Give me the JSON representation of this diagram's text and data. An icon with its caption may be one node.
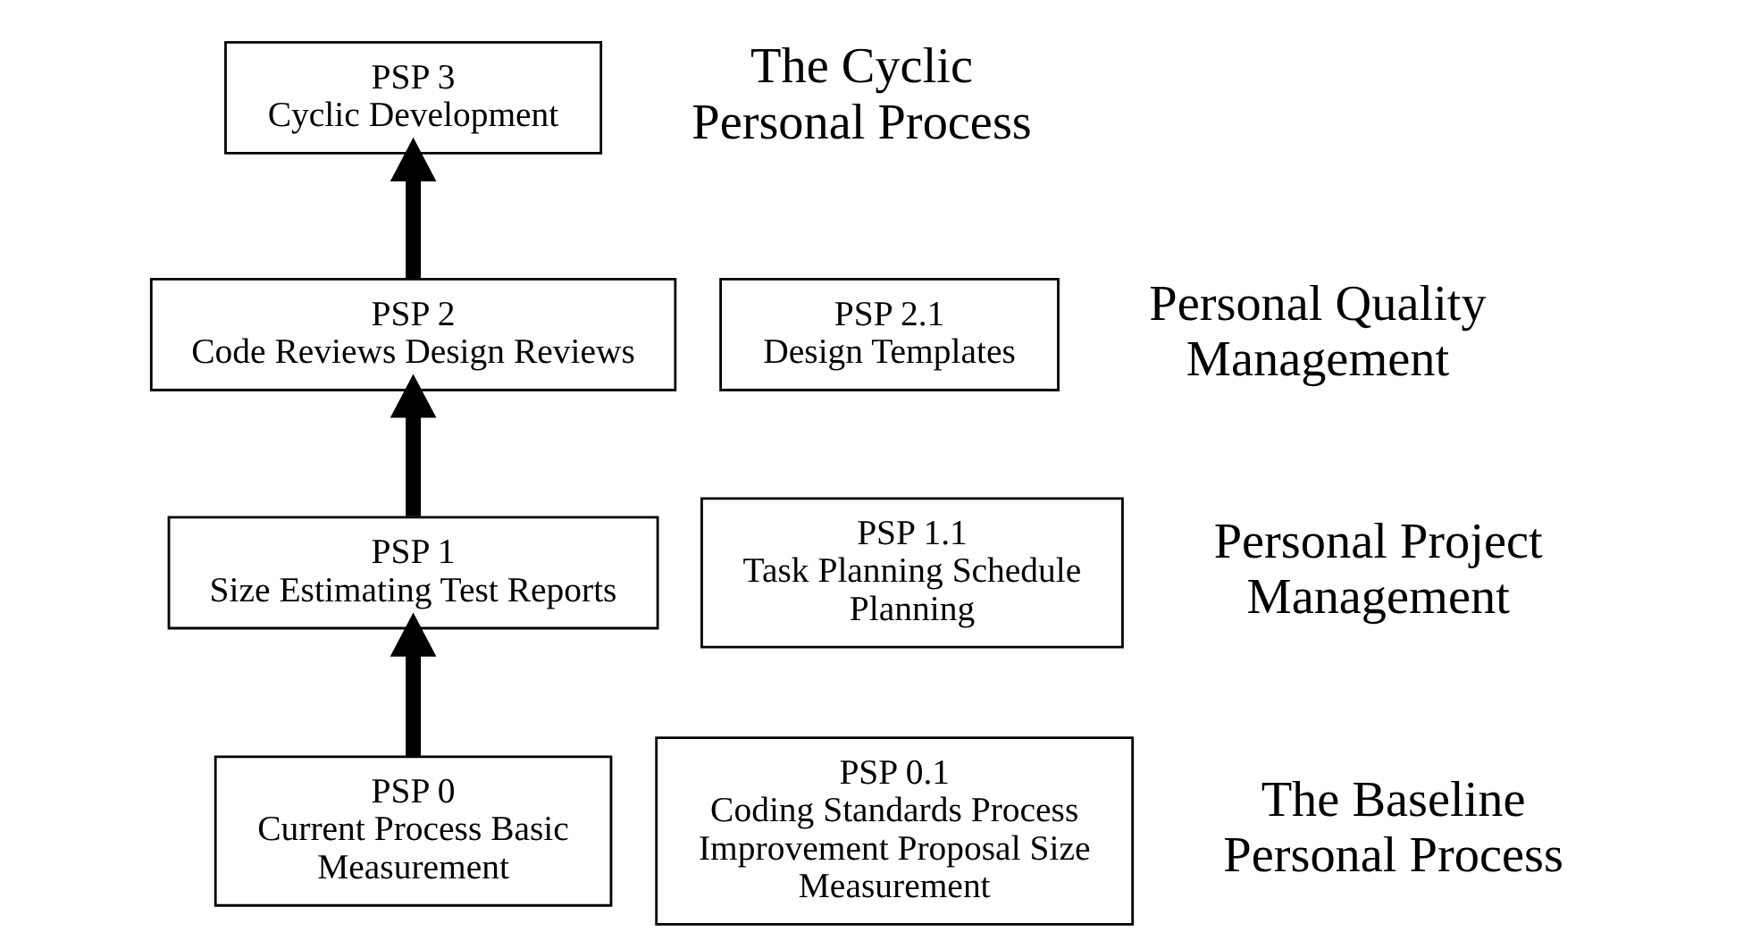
{
  "diagram": {
    "nodes": [
      {
        "text": [
          "PSP 3",
          "Cyclic Development"
        ]
      },
      {
        "text": [
          "PSP 2",
          "Code Reviews Design Reviews"
        ]
      },
      {
        "text": [
          "PSP 2.1",
          "Design Templates"
        ]
      },
      {
        "text": [
          "PSP 1",
          "Size Estimating Test Reports"
        ]
      },
      {
        "text": [
          "PSP 1.1",
          "Task Planning Schedule Planning"
        ]
      },
      {
        "text": [
          "PSP 0",
          "Current Process Basic Measurement"
        ]
      },
      {
        "text": [
          "PSP 0.1",
          "Coding Standards Process Improvement Proposal Size Measurement"
        ]
      }
    ],
    "edges": [
      {
        "from": 5,
        "to": 3,
        "arrow": "to"
      },
      {
        "from": 3,
        "to": 1,
        "arrow": "to"
      },
      {
        "from": 1,
        "to": 0,
        "arrow": "to"
      }
    ],
    "labels": [
      "The Cyclic Personal Process",
      "Personal Quality Management",
      "Personal Project Management",
      "The Baseline Personal Process"
    ]
  }
}
